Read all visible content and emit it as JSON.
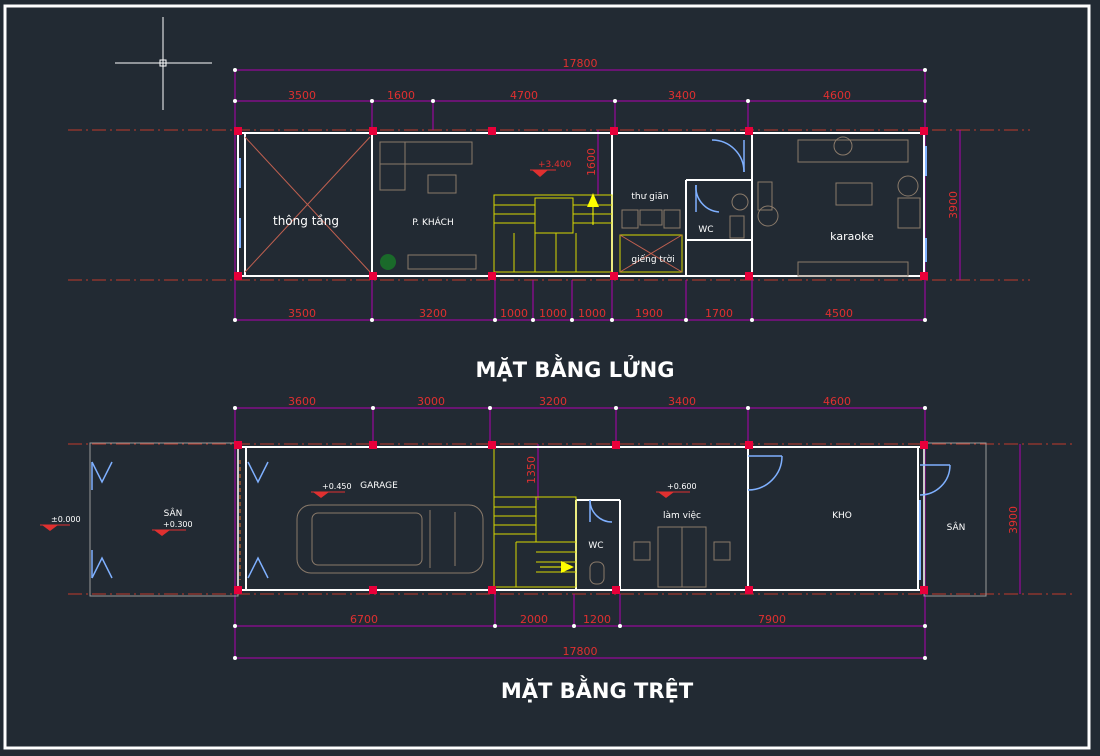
{
  "colors": {
    "background": "#222a33",
    "frame": "#ffffff",
    "wall": "#ffffff",
    "dimension_line": "#b000b0",
    "dimension_text": "#e03030",
    "axis_line": "#c0392b",
    "column": "#e8003a",
    "stair": "#d8d800",
    "furniture": "#8a7a6a",
    "door": "#7fb0ff"
  },
  "upper_plan": {
    "title": "MẶT BẰNG LỬNG",
    "total_dim": "17800",
    "top_dims": [
      "3500",
      "1600",
      "4700",
      "3400",
      "4600"
    ],
    "bottom_dims": [
      "3500",
      "3200",
      "1000",
      "1000",
      "1000",
      "1900",
      "1700",
      "4500"
    ],
    "side_dim": "3900",
    "stair_dim": "1600",
    "level": "+3.400",
    "rooms": {
      "thong_tang": "thông tầng",
      "p_khach": "P. KHÁCH",
      "thu_gian": "thư giãn",
      "wc": "WC",
      "gieng_troi": "giếng trời",
      "karaoke": "karaoke"
    }
  },
  "lower_plan": {
    "title": "MẶT BẰNG TRỆT",
    "top_dims": [
      "3600",
      "3000",
      "3200",
      "3400",
      "4600"
    ],
    "bottom_dims": [
      "6700",
      "2000",
      "1200",
      "7900"
    ],
    "total_dim": "17800",
    "side_dim": "3900",
    "stair_dim": "1350",
    "levels": {
      "san_level": "±0.000",
      "san_inner": "+0.300",
      "garage": "+0.450",
      "lam_viec": "+0.600"
    },
    "rooms": {
      "san_front": "SÂN",
      "garage": "GARAGE",
      "wc": "WC",
      "lam_viec": "làm việc",
      "kho": "KHO",
      "san_back": "SÂN"
    }
  }
}
